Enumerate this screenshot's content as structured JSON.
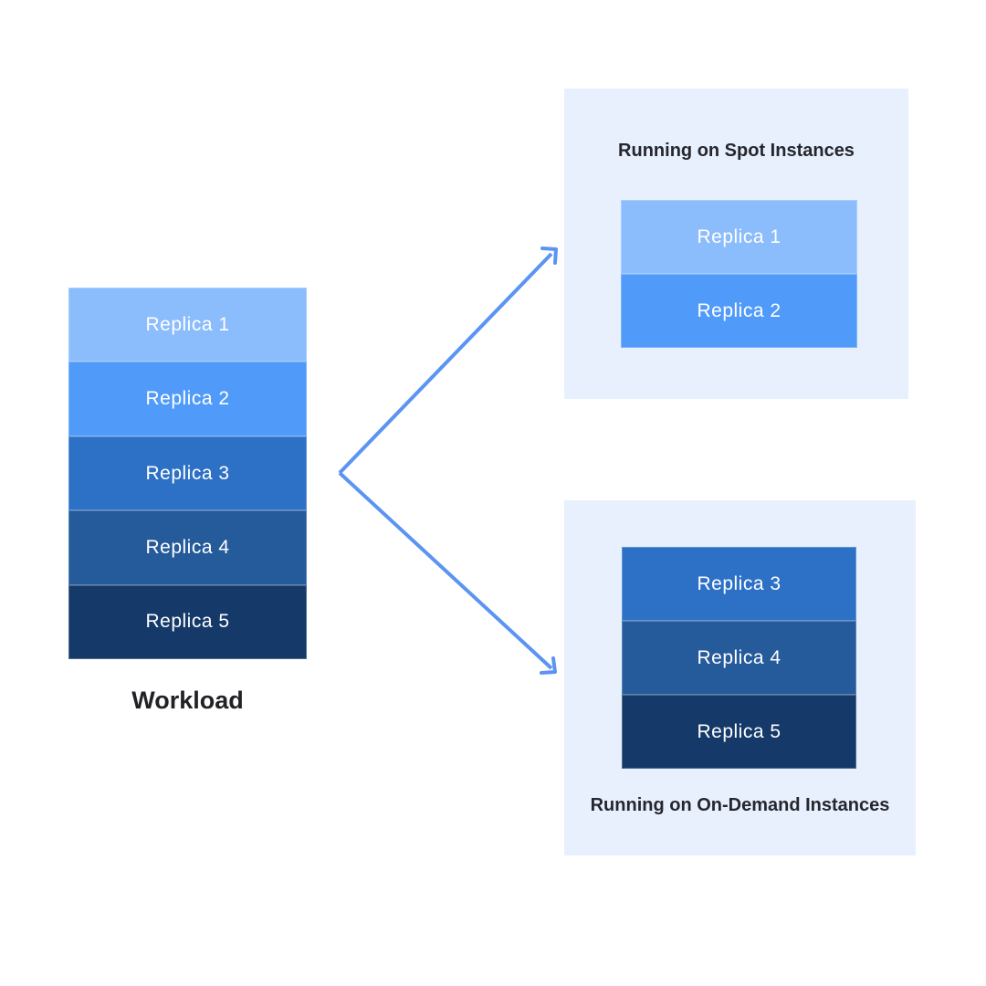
{
  "workload": {
    "label": "Workload",
    "replicas": [
      {
        "label": "Replica 1",
        "color": "#8BBCFC"
      },
      {
        "label": "Replica 2",
        "color": "#509BFA"
      },
      {
        "label": "Replica 3",
        "color": "#2D71C6"
      },
      {
        "label": "Replica 4",
        "color": "#255A9B"
      },
      {
        "label": "Replica 5",
        "color": "#153A69"
      }
    ]
  },
  "spot_panel": {
    "title": "Running on Spot Instances",
    "replicas": [
      {
        "label": "Replica 1",
        "color": "#8BBCFC"
      },
      {
        "label": "Replica 2",
        "color": "#509BFA"
      }
    ]
  },
  "ondemand_panel": {
    "title": "Running on On-Demand Instances",
    "replicas": [
      {
        "label": "Replica 3",
        "color": "#2D71C6"
      },
      {
        "label": "Replica 4",
        "color": "#255A9B"
      },
      {
        "label": "Replica 5",
        "color": "#153A69"
      }
    ]
  },
  "arrows": [
    {
      "name": "workload-to-spot"
    },
    {
      "name": "workload-to-ondemand"
    }
  ],
  "colors": {
    "canvas_bg": "#FFFFFF",
    "panel_bg": "#E7F0FC",
    "arrow": "#5B94F2",
    "replica_text": "#FFFFFF",
    "title_text": "#26262E",
    "workload_text": "#212126"
  }
}
